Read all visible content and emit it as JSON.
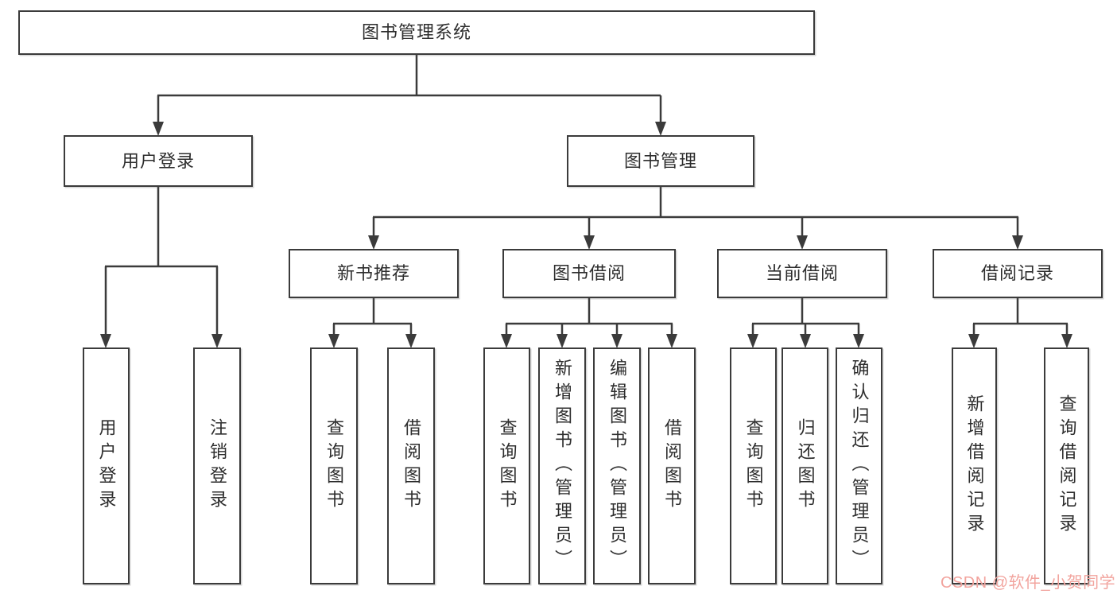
{
  "root": {
    "label": "图书管理系统"
  },
  "level2": [
    {
      "label": "用户登录"
    },
    {
      "label": "图书管理"
    }
  ],
  "level3": [
    {
      "label": "新书推荐"
    },
    {
      "label": "图书借阅"
    },
    {
      "label": "当前借阅"
    },
    {
      "label": "借阅记录"
    }
  ],
  "leaves": [
    {
      "label": "用户登录"
    },
    {
      "label": "注销登录"
    },
    {
      "label": "查询图书"
    },
    {
      "label": "借阅图书"
    },
    {
      "label": "查询图书"
    },
    {
      "label": "新增图书（管理员）"
    },
    {
      "label": "编辑图书（管理员）"
    },
    {
      "label": "借阅图书"
    },
    {
      "label": "查询图书"
    },
    {
      "label": "归还图书"
    },
    {
      "label": "确认归还（管理员）"
    },
    {
      "label": "新增借阅记录"
    },
    {
      "label": "查询借阅记录"
    }
  ],
  "watermark": {
    "text": "CSDN @软件_小贺同学"
  },
  "colors": {
    "line": "#3b3b3b",
    "text": "#2d2d2d",
    "box_background": "#ffffff",
    "watermark": "#f2a49e"
  }
}
